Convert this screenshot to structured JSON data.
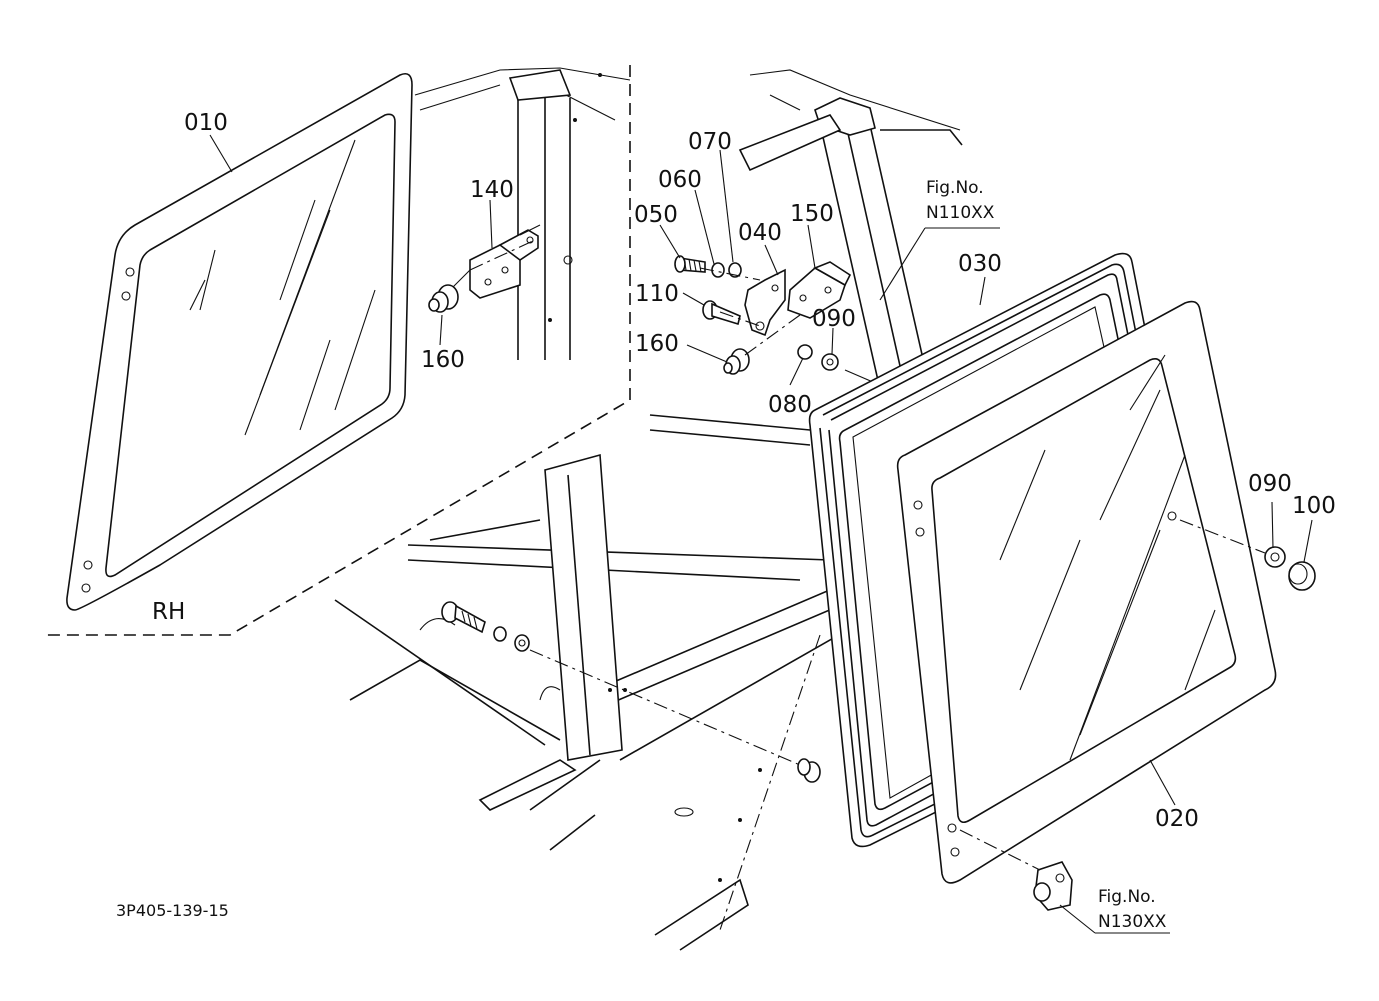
{
  "diagram": {
    "drawing_number": "3P405-139-15",
    "side_label": "RH",
    "part_labels": {
      "p010": "010",
      "p020": "020",
      "p030": "030",
      "p040": "040",
      "p050": "050",
      "p060": "060",
      "p070": "070",
      "p080": "080",
      "p090a": "090",
      "p090b": "090",
      "p100": "100",
      "p110": "110",
      "p140": "140",
      "p150": "150",
      "p160a": "160",
      "p160b": "160"
    },
    "figure_refs": [
      {
        "caption": "Fig.No.",
        "number": "N110XX"
      },
      {
        "caption": "Fig.No.",
        "number": "N130XX"
      }
    ]
  }
}
